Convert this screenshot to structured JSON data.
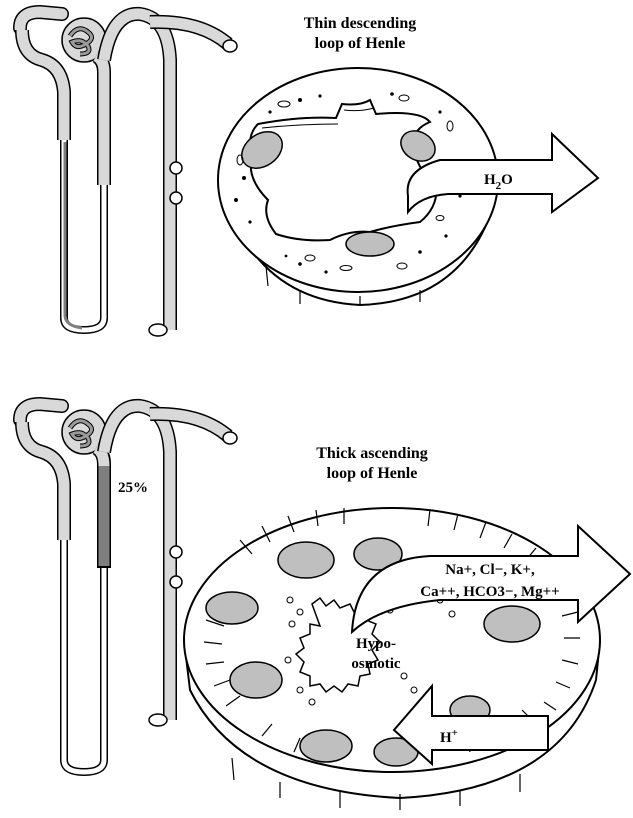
{
  "top_panel": {
    "title_line1": "Thin descending",
    "title_line2": "loop of Henle",
    "arrow_label_base": "H",
    "arrow_label_sub": "2",
    "arrow_label_tail": "O"
  },
  "bottom_panel": {
    "title_line1": "Thick ascending",
    "title_line2": "loop of Henle",
    "percent_label": "25%",
    "out_ions_line1": "Na+, Cl−, K+,",
    "out_ions_line2": "Ca++, HCO3−, Mg++",
    "lumen_label_line1": "Hypo-",
    "lumen_label_line2": "osmotic",
    "in_ion_base": "H",
    "in_ion_sup": "+"
  },
  "colors": {
    "tubule_fill": "#d9d9d9",
    "nucleus_fill": "#bfbfbf",
    "highlight_segment": "#7f7f7f",
    "stroke": "#000000"
  }
}
